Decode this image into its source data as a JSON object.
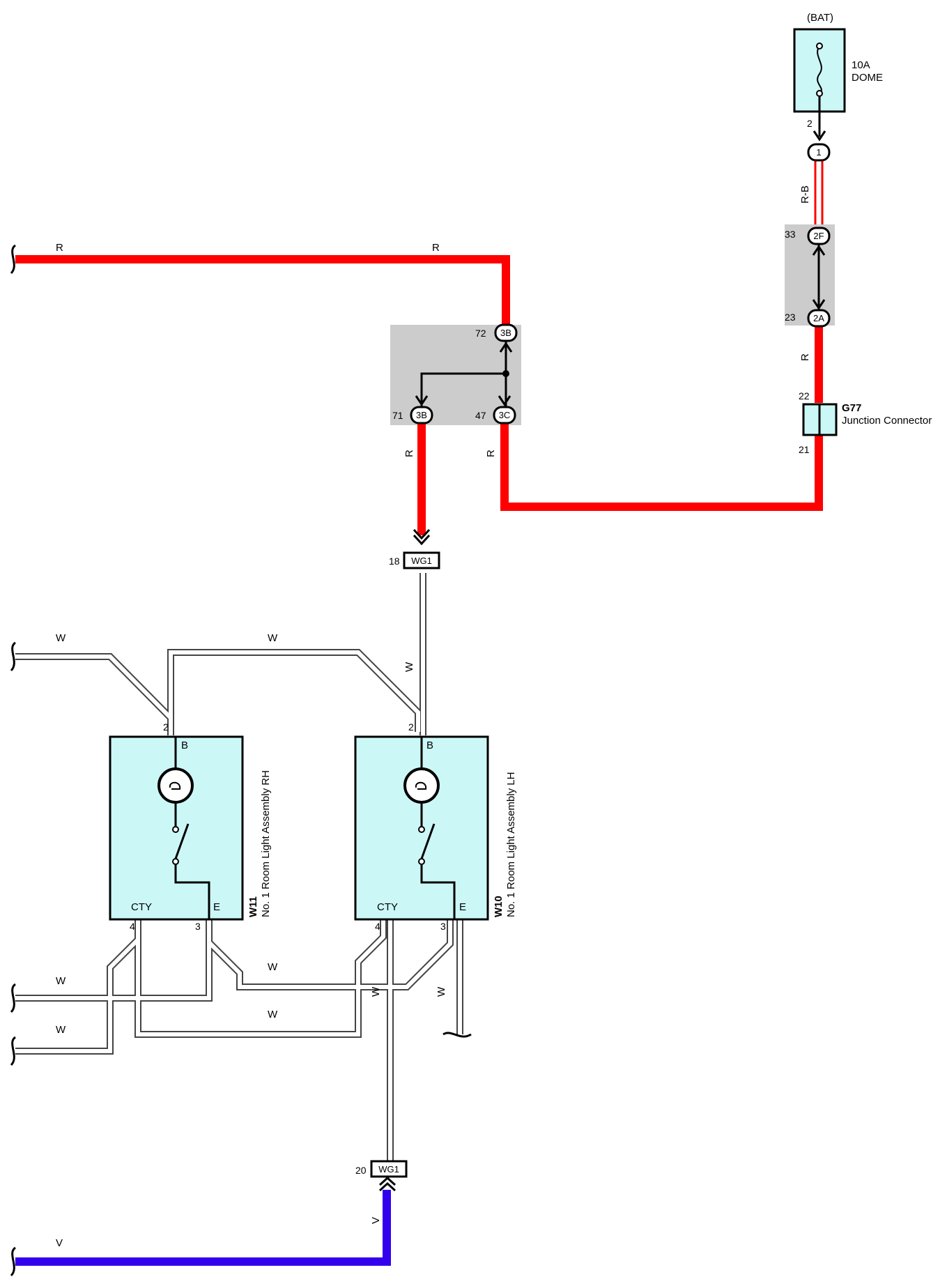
{
  "fuse": {
    "source": "(BAT)",
    "rating": "10A",
    "name": "DOME",
    "pin": "2"
  },
  "connectors": {
    "c1": "1",
    "c2f": "2F",
    "c2a": "2A",
    "c3b_top": "3B",
    "c3b_left": "3B",
    "c3c": "3C",
    "wg1_top": "WG1",
    "wg1_bottom": "WG1"
  },
  "pins": {
    "p33": "33",
    "p23": "23",
    "p72": "72",
    "p71": "71",
    "p47": "47",
    "p22": "22",
    "p21": "21",
    "p18": "18",
    "p20": "20",
    "w11_p2": "2",
    "w11_p4": "4",
    "w11_p3": "3",
    "w10_p2": "2",
    "w10_p4": "4",
    "w10_p3": "3"
  },
  "junction": {
    "id": "G77",
    "name": "Junction Connector"
  },
  "wire_labels": {
    "rb": "R-B",
    "r_top_left": "R",
    "r_top_mid": "R",
    "r_right_vert": "R",
    "r_left_vert": "R",
    "r_mid_vert": "R",
    "w_top_left": "W",
    "w_top_mid": "W",
    "w_vert": "W",
    "w_mid_horz": "W",
    "w_left_1": "W",
    "w_left_2": "W",
    "w_low_horz": "W",
    "w_vert_2": "W",
    "w_vert_3": "W",
    "v_vert": "V",
    "v_horz": "V"
  },
  "components": {
    "w11": {
      "id": "W11",
      "name": "No. 1 Room Light Assembly RH",
      "b": "B",
      "cty": "CTY",
      "e": "E"
    },
    "w10": {
      "id": "W10",
      "name": "No. 1 Room Light Assembly LH",
      "b": "B",
      "cty": "CTY",
      "e": "E"
    }
  },
  "colors": {
    "red_wire": "#ff0000",
    "violet_wire": "#3300ee",
    "component_fill": "#ccf7f7",
    "junction_block": "#cccccc"
  }
}
